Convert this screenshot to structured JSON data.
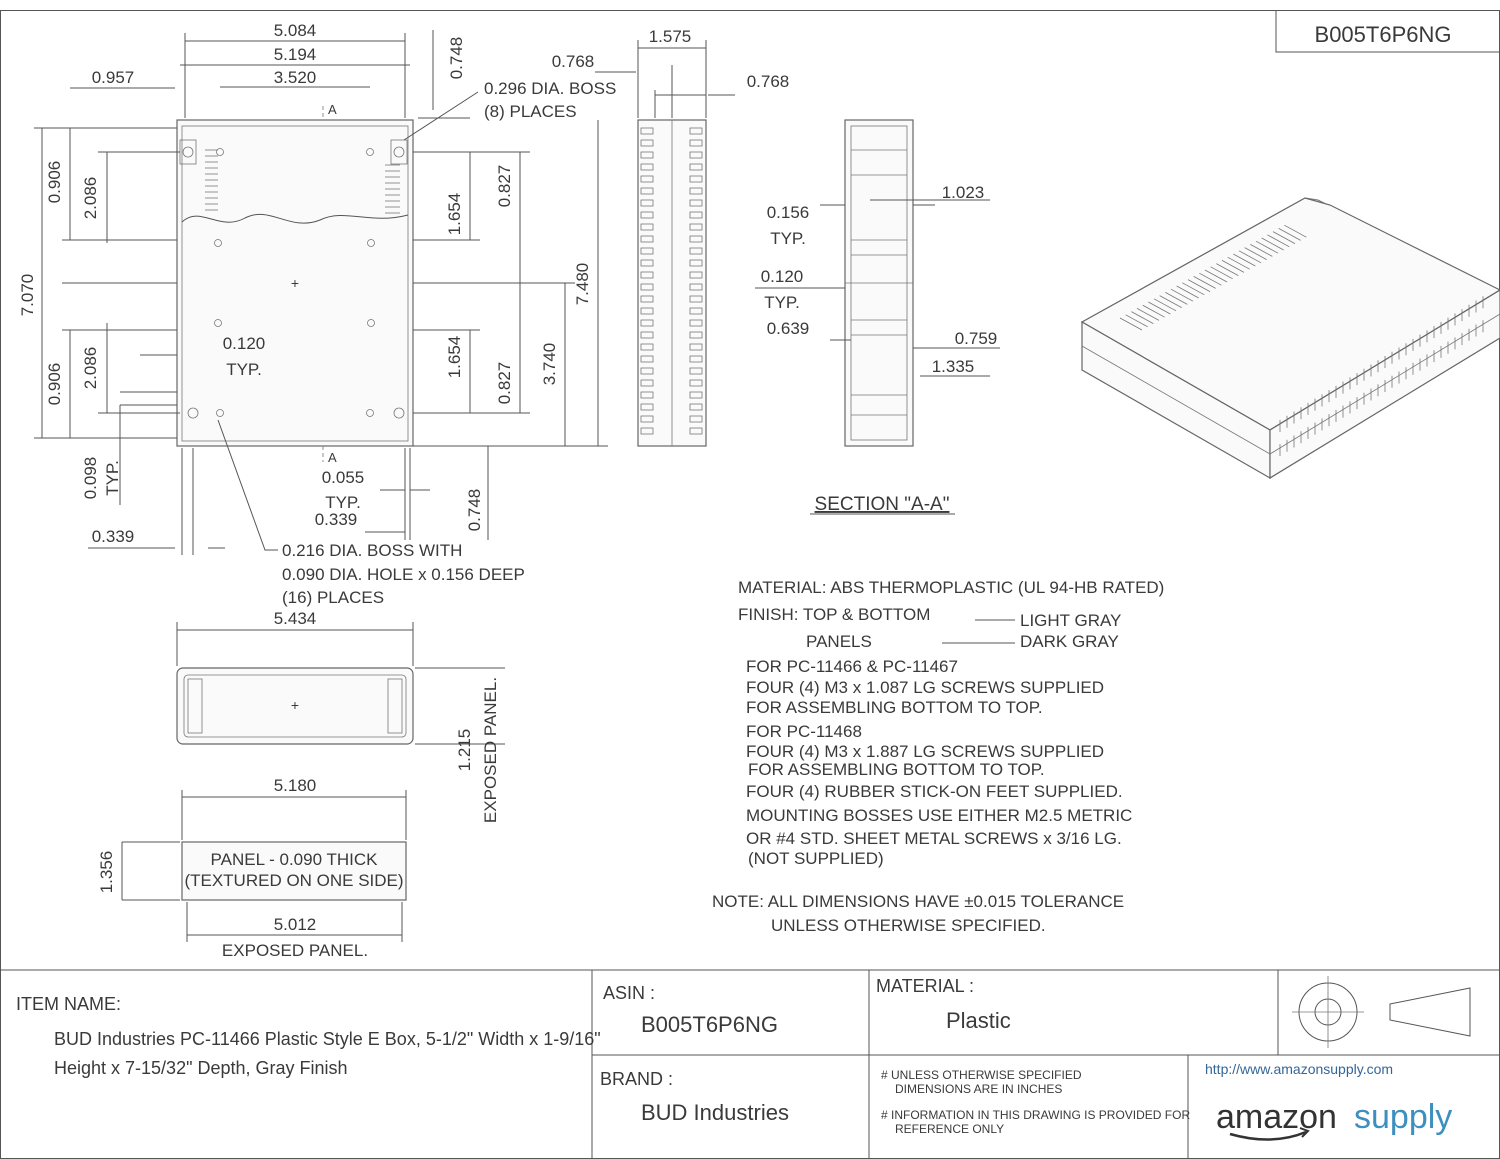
{
  "header": {
    "part_number": "B005T6P6NG"
  },
  "top_view": {
    "dims": {
      "d_5084": "5.084",
      "d_5194": "5.194",
      "d_3520": "3.520",
      "d_0957": "0.957",
      "d_0748a": "0.748",
      "boss_line1": "0.296 DIA. BOSS",
      "boss_line2": "(8) PLACES",
      "d_0906a": "0.906",
      "d_2086a": "2.086",
      "d_1654a": "1.654",
      "d_0827a": "0.827",
      "d_7070": "7.070",
      "d_0120": "0.120",
      "typ1": "TYP.",
      "d_0906b": "0.906",
      "d_2086b": "2.086",
      "d_1654b": "1.654",
      "d_0827b": "0.827",
      "d_3740": "3.740",
      "d_7480": "7.480",
      "d_0098": "0.098",
      "typ2": "TYP.",
      "d_0055": "0.055",
      "typ3": "TYP.",
      "d_0339a": "0.339",
      "d_0339b": "0.339",
      "d_0748b": "0.748",
      "sec_a1": "A",
      "sec_a2": "A",
      "hole_line1": "0.216 DIA. BOSS WITH",
      "hole_line2": "0.090 DIA. HOLE x 0.156 DEEP",
      "hole_line3": "(16) PLACES"
    }
  },
  "side_view": {
    "d_1575": "1.575",
    "d_0768a": "0.768",
    "d_0768b": "0.768"
  },
  "section_view": {
    "title": "SECTION \"A-A\"",
    "d_0156": "0.156",
    "typ1": "TYP.",
    "d_1023": "1.023",
    "d_0120": "0.120",
    "typ2": "TYP.",
    "d_0639": "0.639",
    "d_0759": "0.759",
    "d_1335": "1.335"
  },
  "end_view": {
    "d_5434": "5.434",
    "d_1215": "1.215",
    "exposed_v": "EXPOSED PANEL."
  },
  "panel_view": {
    "d_5180": "5.180",
    "d_1356": "1.356",
    "d_5012": "5.012",
    "line1": "PANEL - 0.090 THICK",
    "line2": "(TEXTURED ON ONE SIDE)",
    "exposed": "EXPOSED PANEL."
  },
  "notes": {
    "material": "MATERIAL: ABS THERMOPLASTIC (UL 94-HB RATED)",
    "finish": "FINISH: TOP & BOTTOM",
    "panels": "PANELS",
    "light_gray": "LIGHT GRAY",
    "dark_gray": "DARK GRAY",
    "l1": "FOR PC-11466 & PC-11467",
    "l2": "FOUR (4) M3 x 1.087 LG SCREWS SUPPLIED",
    "l3": "FOR ASSEMBLING BOTTOM TO TOP.",
    "l4": "FOR PC-11468",
    "l5": "FOUR (4) M3 x 1.887 LG SCREWS SUPPLIED",
    "l6": "FOR ASSEMBLING BOTTOM TO TOP.",
    "l7": "FOUR (4) RUBBER STICK-ON FEET SUPPLIED.",
    "l8": "MOUNTING BOSSES USE EITHER M2.5 METRIC",
    "l9": "OR #4 STD. SHEET METAL SCREWS x 3/16 LG.",
    "l10": "(NOT SUPPLIED)",
    "tol1": "NOTE: ALL DIMENSIONS HAVE ±0.015 TOLERANCE",
    "tol2": "UNLESS OTHERWISE SPECIFIED."
  },
  "title_block": {
    "item_label": "ITEM NAME:",
    "item_line1": "BUD Industries PC-11466 Plastic Style E Box, 5-1/2\" Width x 1-9/16\"",
    "item_line2": "Height x 7-15/32\" Depth, Gray Finish",
    "asin_label": "ASIN :",
    "asin_value": "B005T6P6NG",
    "material_label": "MATERIAL :",
    "material_value": "Plastic",
    "brand_label": "BRAND :",
    "brand_value": "BUD Industries",
    "note1a": "# UNLESS OTHERWISE SPECIFIED",
    "note1b": "DIMENSIONS ARE IN INCHES",
    "note2a": "# INFORMATION IN THIS DRAWING IS PROVIDED FOR",
    "note2b": "REFERENCE ONLY",
    "url": "http://www.amazonsupply.com",
    "logo_a": "amazon",
    "logo_b": "supply"
  },
  "colors": {
    "logo_dark": "#333333",
    "logo_accent": "#3d8fbf",
    "line": "#555555"
  }
}
